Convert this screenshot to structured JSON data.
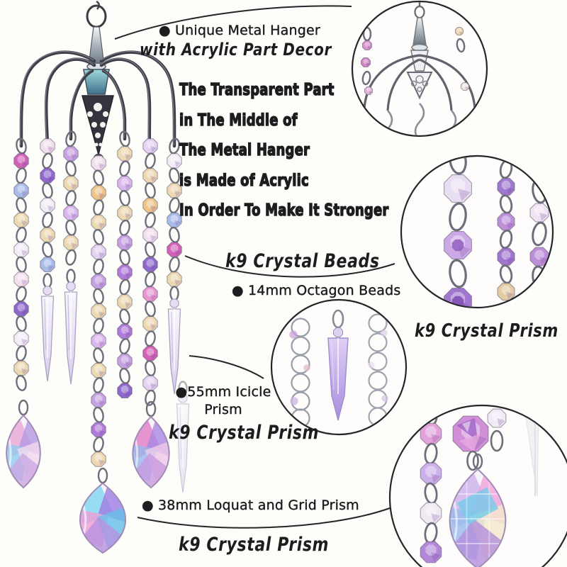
{
  "annotations": {
    "hanger_bullet": "● Unique Metal Hanger",
    "hanger_sub": "with Acrylic Part Decor",
    "acrylic_note": [
      "The Transparent Part",
      "in The Middle of",
      "The Metal Hanger",
      "is Made of Acrylic",
      "In Order To Make It Stronger"
    ],
    "beads_heading": "k9 Crystal Beads",
    "beads_detail": "● 14mm Octagon Beads",
    "icicle_detail_line1": "●55mm Icicle",
    "icicle_detail_line2": "Prism",
    "icicle_heading": "k9 Crystal Prism",
    "right_prism_heading": "k9 Crystal Prism",
    "loquat_detail": "● 38mm Loquat and Grid Prism",
    "loquat_heading": "k9 Crystal Prism"
  },
  "palette": {
    "background": "#fdfdfa",
    "ink": "#1d1d1f",
    "callout_line": "#26262a",
    "metal_ring": "#6e6e7a",
    "metal_dark": "#3e3e48",
    "teal_top": "#9fd8dc",
    "teal_bottom": "#3e708a",
    "beads": [
      "#d9b6ec",
      "#e996d2",
      "#f2ecf6",
      "#eec489",
      "#b07ad8",
      "#e4d2f0",
      "#a8bce8",
      "#d261b8",
      "#c7a2e2",
      "#f3e0ee",
      "#8f68cc",
      "#ecd9b2"
    ],
    "inset_beads": [
      "#f0e9f5",
      "#d4b8ea",
      "#a077cf",
      "#ecca9c",
      "#e3cba4",
      "#bc8fd8"
    ],
    "icicle_top": "#f8f5fc",
    "icicle_bottom": "#d8ccee",
    "lavender_prism_top": "#decff5",
    "lavender_prism_bottom": "#a88ede",
    "teardrop_left": [
      "#eaa6d6",
      "#b39ae4",
      "#8fccec",
      "#f2daed",
      "#caa7e2"
    ],
    "teardrop_right": [
      "#e07cc6",
      "#a988e2",
      "#96b6ec",
      "#eec9e8",
      "#c99ae0"
    ],
    "teardrop_bottom": [
      "#82d4f2",
      "#9d7ce2",
      "#ef9ed8",
      "#64c0ea",
      "#b892e0"
    ],
    "teardrop_inset": [
      "#cdb2ec",
      "#f0a2da",
      "#97bcec",
      "#f5e8cc",
      "#b58fdc",
      "#74cce8"
    ]
  }
}
